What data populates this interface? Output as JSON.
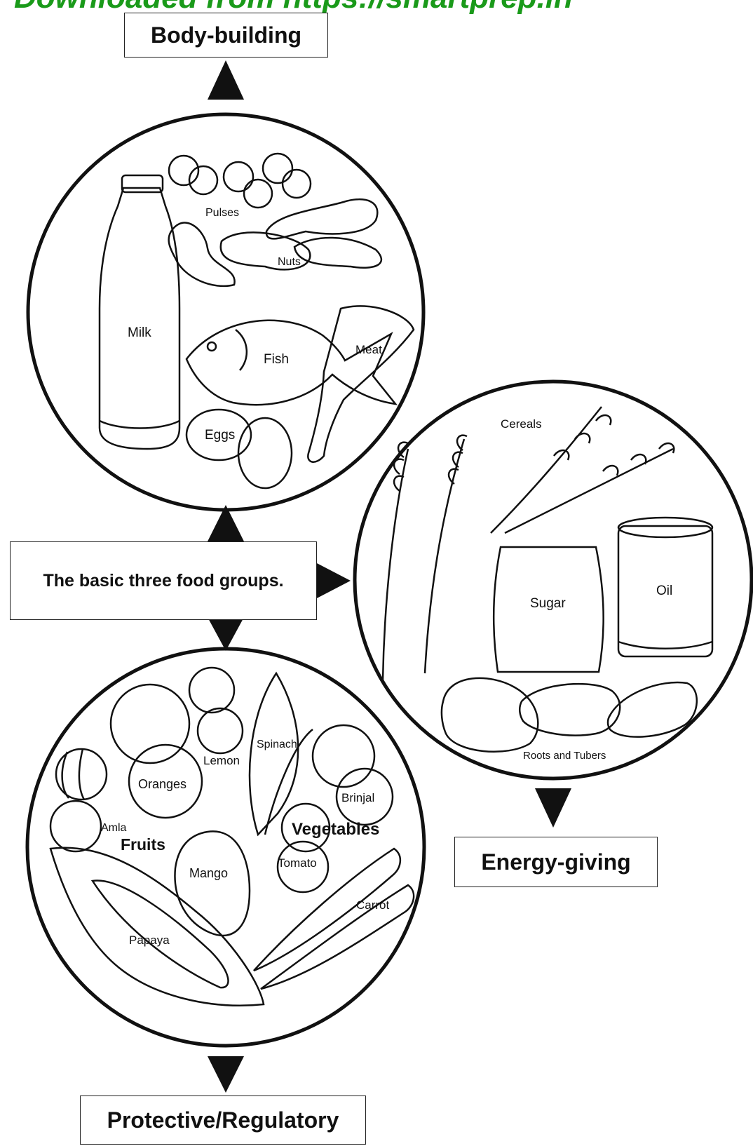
{
  "watermark": "Downloaded from https://smartprep.in",
  "groups": {
    "body_building": "Body-building",
    "energy_giving": "Energy-giving",
    "protective": "Protective/Regulatory"
  },
  "center_label": "The basic three food groups.",
  "body_building_items": {
    "pulses": "Pulses",
    "nuts": "Nuts",
    "milk": "Milk",
    "fish": "Fish",
    "meat": "Meat",
    "eggs": "Eggs"
  },
  "energy_items": {
    "cereals": "Cereals",
    "sugar": "Sugar",
    "oil": "Oil",
    "roots": "Roots and Tubers"
  },
  "protective_items": {
    "spinach": "Spinach",
    "lemon": "Lemon",
    "oranges": "Oranges",
    "brinjal": "Brinjal",
    "amla": "Amla",
    "vegetables": "Vegetables",
    "fruits": "Fruits",
    "mango": "Mango",
    "tomato": "Tomato",
    "carrot": "Carrot",
    "papaya": "Papaya"
  }
}
